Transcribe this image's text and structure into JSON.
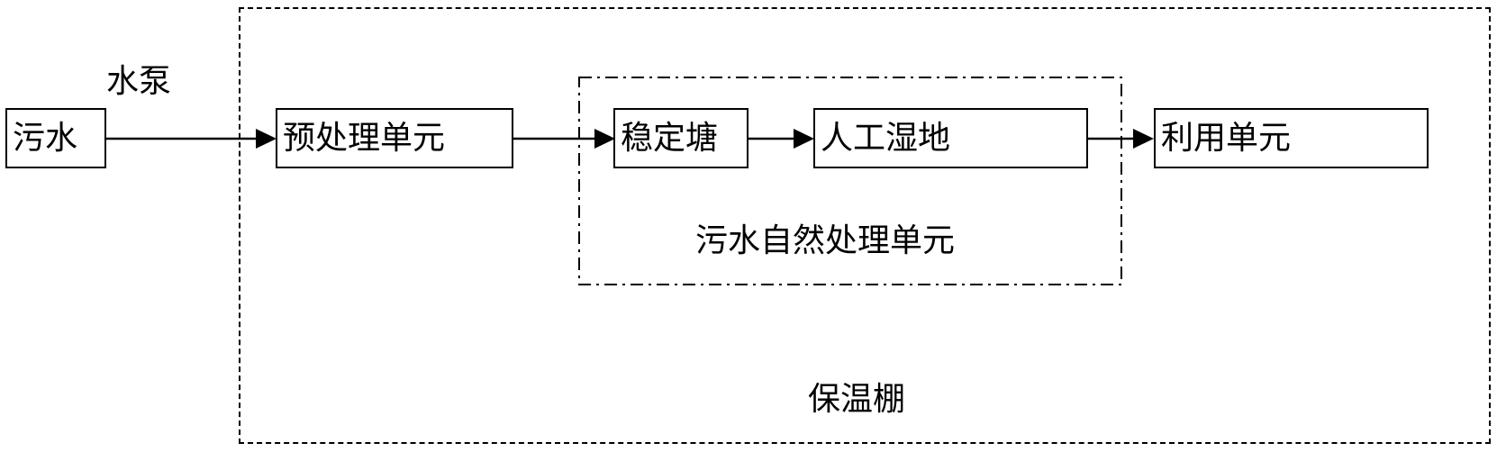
{
  "nodes": {
    "sewage": "污水",
    "pretreatment": "预处理单元",
    "stabilization_pond": "稳定塘",
    "constructed_wetland": "人工湿地",
    "utilization": "利用单元"
  },
  "labels": {
    "pump": "水泵",
    "natural_treatment_unit": "污水自然处理单元",
    "greenhouse": "保温棚"
  },
  "edges": [
    {
      "from": "污水",
      "to": "预处理单元",
      "label": "水泵"
    },
    {
      "from": "预处理单元",
      "to": "稳定塘"
    },
    {
      "from": "稳定塘",
      "to": "人工湿地"
    },
    {
      "from": "人工湿地",
      "to": "利用单元"
    }
  ]
}
